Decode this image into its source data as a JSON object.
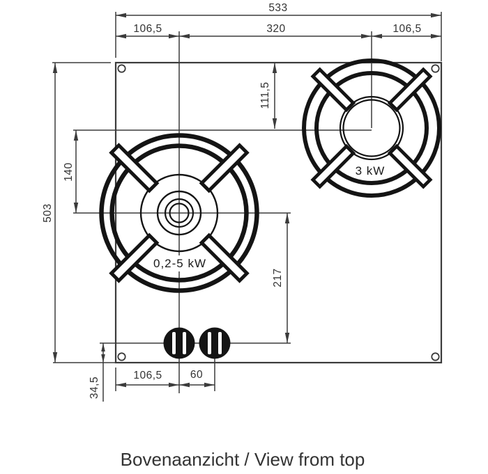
{
  "diagram": {
    "caption": "Bovenaanzicht / View from top",
    "burners": {
      "large_label": "0,2-5 kW",
      "small_label": "3 kW"
    },
    "dims": {
      "total_width": "533",
      "offset_left_top": "106,5",
      "burner_centers_horizontal": "320",
      "offset_right_top": "106,5",
      "total_height": "503",
      "small_burner_from_top": "111,5",
      "burner_centers_vertical": "140",
      "large_burner_to_knob_row": "217",
      "knob_row_to_bottom": "34,5",
      "knob_from_left": "106,5",
      "knob_spacing": "60"
    },
    "colors": {
      "line": "#3b3b3b",
      "graphic": "#141414",
      "text": "#333333"
    }
  }
}
